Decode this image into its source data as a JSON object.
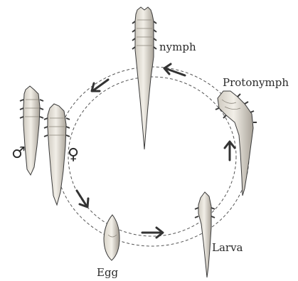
{
  "labels": {
    "nymph": "nymph",
    "protonymph": "Protonymph",
    "larva": "Larva",
    "egg": "Egg",
    "male": "♂",
    "female": "♀"
  },
  "colors": {
    "body_fill": "#e9e6df",
    "body_shade": "#b9b4aa",
    "outline": "#3a3a3a",
    "ring": "#555555",
    "arrow": "#333333"
  },
  "icons": [
    "arrow-icon",
    "mite-illustration",
    "egg-illustration"
  ]
}
